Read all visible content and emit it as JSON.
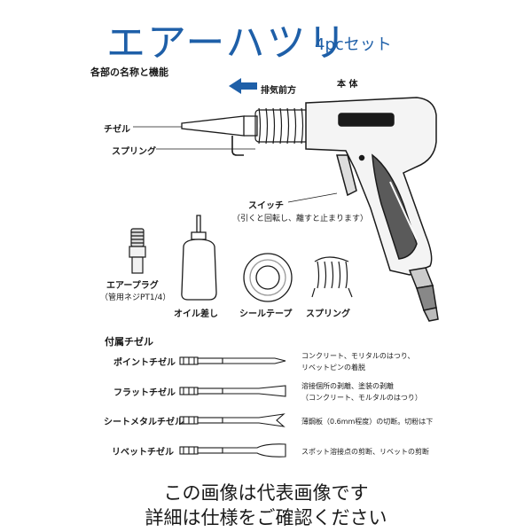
{
  "header": {
    "title": "エアーハツリ",
    "subtitle": "4pcセット"
  },
  "parts": {
    "section_title": "各部の名称と機能",
    "exhaust": "排気前方",
    "body": "本 体",
    "chisel": "チゼル",
    "spring": "スプリング",
    "switch": "スイッチ",
    "switch_note": "（引くと回転し、離すと止まります）"
  },
  "accessories": {
    "air_plug": "エアープラグ",
    "air_plug_note": "（管用ネジPT1/4）",
    "oil": "オイル差し",
    "seal_tape": "シールテープ",
    "spring": "スプリング"
  },
  "chisels": {
    "section_title": "付属チゼル",
    "items": [
      {
        "name": "ポイントチゼル",
        "desc1": "コンクリート、モリタルのはつり、",
        "desc2": "リベットピンの着脱"
      },
      {
        "name": "フラットチゼル",
        "desc1": "溶接個所の剥離、塗装の剥離",
        "desc2": "（コンクリート、モルタルのはつり）"
      },
      {
        "name": "シートメタルチゼル",
        "desc1": "薄鋼板（0.6mm程度）の切断。切粉は下",
        "desc2": ""
      },
      {
        "name": "リベットチゼル",
        "desc1": "スポット溶接点の剪断、リベットの剪断",
        "desc2": ""
      }
    ]
  },
  "footer": {
    "line1": "この画像は代表画像です",
    "line2": "詳細は仕様をご確認ください"
  },
  "colors": {
    "title": "#1e5fa8",
    "arrow": "#1e5fa8",
    "grip": "#5a5a5a"
  }
}
